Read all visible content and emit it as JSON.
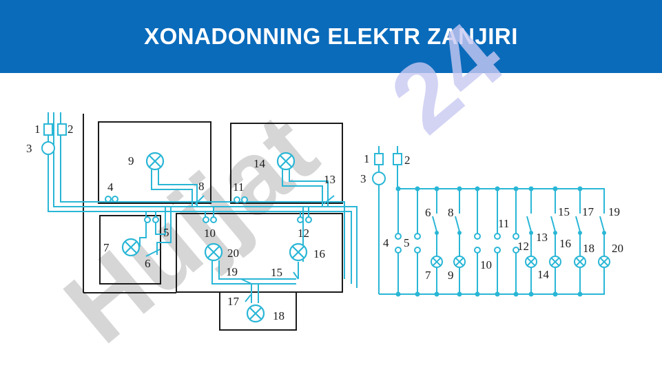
{
  "header": {
    "title": "XONADONNING ELEKTR ZANJIRI"
  },
  "colors": {
    "header_bg": "#0a6bbb",
    "wire": "#29b6d6",
    "wall": "#1a1a1a",
    "watermark_gray": "#cfcfcf",
    "watermark_purple": "#c9c9f2"
  },
  "watermark": {
    "gray_text": "Hujjat",
    "purple_text": "24"
  },
  "floorplan": {
    "labels": [
      "1",
      "2",
      "3",
      "4",
      "5",
      "6",
      "7",
      "8",
      "9",
      "10",
      "11",
      "12",
      "13",
      "14",
      "15",
      "16",
      "17",
      "18",
      "19",
      "20"
    ]
  },
  "schematic": {
    "labels": [
      "1",
      "2",
      "3",
      "4",
      "5",
      "6",
      "7",
      "8",
      "9",
      "10",
      "11",
      "12",
      "13",
      "14",
      "15",
      "16",
      "17",
      "18",
      "19",
      "20"
    ]
  }
}
